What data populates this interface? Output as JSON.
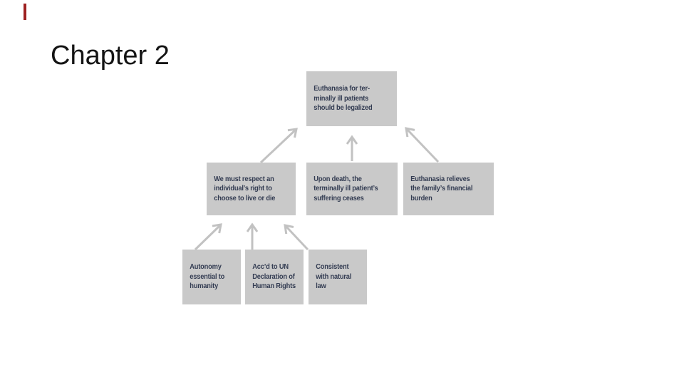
{
  "slide": {
    "title": "Chapter 2",
    "background_color": "#ffffff",
    "title_color": "#141414",
    "accent_mark_color": "#9e2121"
  },
  "diagram": {
    "type": "argument-map",
    "box_fill_color": "#c9c9c9",
    "box_text_color": "#333c52",
    "arrow_color": "#c2c2c2",
    "conclusion": {
      "text": "Euthanasia for ter-\nminally ill patients\nshould be legalized"
    },
    "premises": [
      {
        "text": "We must respect an\nindividual’s right to\nchoose to live or die"
      },
      {
        "text": "Upon death, the\nterminally ill patient’s\nsuffering ceases"
      },
      {
        "text": "Euthanasia relieves\nthe family’s financial\nburden"
      }
    ],
    "sub_premises": [
      {
        "text": "Autonomy\nessential to\nhumanity"
      },
      {
        "text": "Acc’d to UN\nDeclaration of\nHuman Rights"
      },
      {
        "text": "Consistent\nwith natural\nlaw"
      }
    ]
  }
}
